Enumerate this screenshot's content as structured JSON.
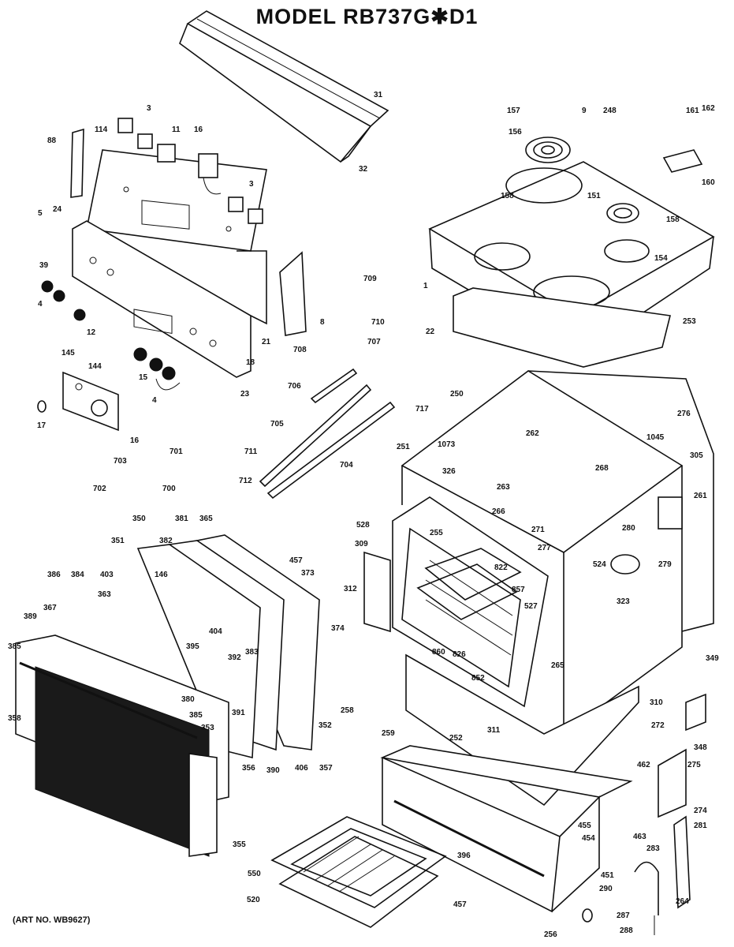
{
  "title": "MODEL  RB737G✱D1",
  "art_no": "(ART NO. WB9627)",
  "callouts": [
    {
      "id": "c31",
      "text": "31"
    },
    {
      "id": "c32",
      "text": "32"
    },
    {
      "id": "c157",
      "text": "157"
    },
    {
      "id": "c9",
      "text": "9"
    },
    {
      "id": "c248",
      "text": "248"
    },
    {
      "id": "c161",
      "text": "161"
    },
    {
      "id": "c162",
      "text": "162"
    },
    {
      "id": "c160",
      "text": "160"
    },
    {
      "id": "c3a",
      "text": "3"
    },
    {
      "id": "c11",
      "text": "11"
    },
    {
      "id": "c16",
      "text": "16"
    },
    {
      "id": "c114",
      "text": "114"
    },
    {
      "id": "c88",
      "text": "88"
    },
    {
      "id": "c3b",
      "text": "3"
    },
    {
      "id": "c156a",
      "text": "156"
    },
    {
      "id": "c158a",
      "text": "158"
    },
    {
      "id": "c151",
      "text": "151"
    },
    {
      "id": "c158b",
      "text": "158"
    },
    {
      "id": "c154",
      "text": "154"
    },
    {
      "id": "c1",
      "text": "1"
    },
    {
      "id": "c5",
      "text": "5"
    },
    {
      "id": "c24",
      "text": "24"
    },
    {
      "id": "c39",
      "text": "39"
    },
    {
      "id": "c4a",
      "text": "4"
    },
    {
      "id": "c709",
      "text": "709"
    },
    {
      "id": "c8",
      "text": "8"
    },
    {
      "id": "c710",
      "text": "710"
    },
    {
      "id": "c21",
      "text": "21"
    },
    {
      "id": "c253",
      "text": "253"
    },
    {
      "id": "c12",
      "text": "12"
    },
    {
      "id": "c145",
      "text": "145"
    },
    {
      "id": "c144",
      "text": "144"
    },
    {
      "id": "c708",
      "text": "708"
    },
    {
      "id": "c707",
      "text": "707"
    },
    {
      "id": "c22",
      "text": "22"
    },
    {
      "id": "c18",
      "text": "18"
    },
    {
      "id": "c15",
      "text": "15"
    },
    {
      "id": "c4b",
      "text": "4"
    },
    {
      "id": "c23",
      "text": "23"
    },
    {
      "id": "c706",
      "text": "706"
    },
    {
      "id": "c717",
      "text": "717"
    },
    {
      "id": "c250",
      "text": "250"
    },
    {
      "id": "c276",
      "text": "276"
    },
    {
      "id": "c17",
      "text": "17"
    },
    {
      "id": "c16b",
      "text": "16"
    },
    {
      "id": "c705",
      "text": "705"
    },
    {
      "id": "c1073",
      "text": "1073"
    },
    {
      "id": "c262",
      "text": "262"
    },
    {
      "id": "c1045",
      "text": "1045"
    },
    {
      "id": "c251",
      "text": "251"
    },
    {
      "id": "c326",
      "text": "326"
    },
    {
      "id": "c268",
      "text": "268"
    },
    {
      "id": "c305",
      "text": "305"
    },
    {
      "id": "c711",
      "text": "711"
    },
    {
      "id": "c704",
      "text": "704"
    },
    {
      "id": "c703",
      "text": "703"
    },
    {
      "id": "c701",
      "text": "701"
    },
    {
      "id": "c712",
      "text": "712"
    },
    {
      "id": "c702",
      "text": "702"
    },
    {
      "id": "c700",
      "text": "700"
    },
    {
      "id": "c263",
      "text": "263"
    },
    {
      "id": "c261",
      "text": "261"
    },
    {
      "id": "c266",
      "text": "266"
    },
    {
      "id": "c271",
      "text": "271"
    },
    {
      "id": "c528",
      "text": "528"
    },
    {
      "id": "c280",
      "text": "280"
    },
    {
      "id": "c350",
      "text": "350"
    },
    {
      "id": "c381",
      "text": "381"
    },
    {
      "id": "c365",
      "text": "365"
    },
    {
      "id": "c255",
      "text": "255"
    },
    {
      "id": "c279",
      "text": "279"
    },
    {
      "id": "c351",
      "text": "351"
    },
    {
      "id": "c382",
      "text": "382"
    },
    {
      "id": "c309",
      "text": "309"
    },
    {
      "id": "c277",
      "text": "277"
    },
    {
      "id": "c457a",
      "text": "457"
    },
    {
      "id": "c524",
      "text": "524"
    },
    {
      "id": "c373",
      "text": "373"
    },
    {
      "id": "c403",
      "text": "403"
    },
    {
      "id": "c386",
      "text": "386"
    },
    {
      "id": "c384",
      "text": "384"
    },
    {
      "id": "c146",
      "text": "146"
    },
    {
      "id": "c312",
      "text": "312"
    },
    {
      "id": "c822",
      "text": "822"
    },
    {
      "id": "c857",
      "text": "857"
    },
    {
      "id": "c363",
      "text": "363"
    },
    {
      "id": "c323",
      "text": "323"
    },
    {
      "id": "c367",
      "text": "367"
    },
    {
      "id": "c527",
      "text": "527"
    },
    {
      "id": "c389",
      "text": "389"
    },
    {
      "id": "c374",
      "text": "374"
    },
    {
      "id": "c404",
      "text": "404"
    },
    {
      "id": "c385a",
      "text": "385"
    },
    {
      "id": "c395",
      "text": "395"
    },
    {
      "id": "c860",
      "text": "860"
    },
    {
      "id": "c826",
      "text": "826"
    },
    {
      "id": "c392",
      "text": "392"
    },
    {
      "id": "c383",
      "text": "383"
    },
    {
      "id": "c265",
      "text": "265"
    },
    {
      "id": "c852",
      "text": "852"
    },
    {
      "id": "c349",
      "text": "349"
    },
    {
      "id": "c391",
      "text": "391"
    },
    {
      "id": "c358",
      "text": "358"
    },
    {
      "id": "c380",
      "text": "380"
    },
    {
      "id": "c385b",
      "text": "385"
    },
    {
      "id": "c353",
      "text": "353"
    },
    {
      "id": "c258",
      "text": "258"
    },
    {
      "id": "c310",
      "text": "310"
    },
    {
      "id": "c352",
      "text": "352"
    },
    {
      "id": "c272",
      "text": "272"
    },
    {
      "id": "c259",
      "text": "259"
    },
    {
      "id": "c311",
      "text": "311"
    },
    {
      "id": "c252",
      "text": "252"
    },
    {
      "id": "c356",
      "text": "356"
    },
    {
      "id": "c390",
      "text": "390"
    },
    {
      "id": "c406",
      "text": "406"
    },
    {
      "id": "c357",
      "text": "357"
    },
    {
      "id": "c348",
      "text": "348"
    },
    {
      "id": "c275",
      "text": "275"
    },
    {
      "id": "c462",
      "text": "462"
    },
    {
      "id": "c274",
      "text": "274"
    },
    {
      "id": "c455",
      "text": "455"
    },
    {
      "id": "c281",
      "text": "281"
    },
    {
      "id": "c454",
      "text": "454"
    },
    {
      "id": "c463",
      "text": "463"
    },
    {
      "id": "c355",
      "text": "355"
    },
    {
      "id": "c396",
      "text": "396"
    },
    {
      "id": "c283",
      "text": "283"
    },
    {
      "id": "c550",
      "text": "550"
    },
    {
      "id": "c451",
      "text": "451"
    },
    {
      "id": "c290",
      "text": "290"
    },
    {
      "id": "c520",
      "text": "520"
    },
    {
      "id": "c457b",
      "text": "457"
    },
    {
      "id": "c264",
      "text": "264"
    },
    {
      "id": "c287",
      "text": "287"
    },
    {
      "id": "c288",
      "text": "288"
    },
    {
      "id": "c256",
      "text": "256"
    }
  ]
}
